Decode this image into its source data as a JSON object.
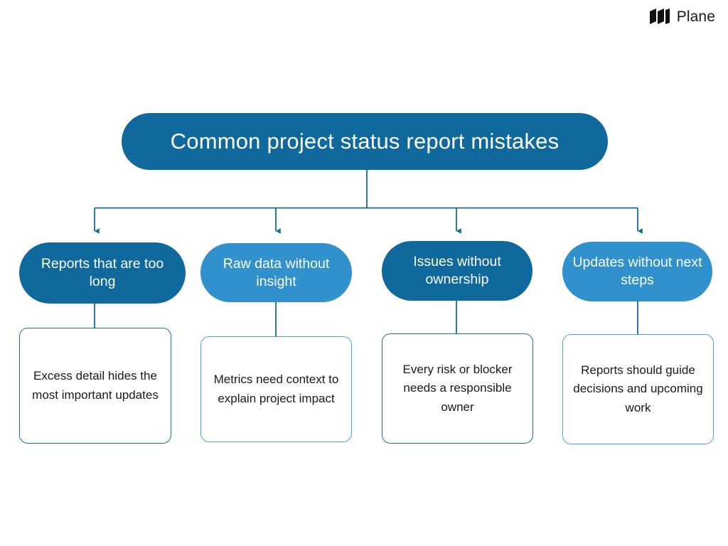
{
  "brand": {
    "name": "Plane",
    "mark_icon": "plane-logo-icon"
  },
  "diagram": {
    "type": "tree",
    "title_node": {
      "label": "Common project status report mistakes",
      "fill": "#10699d",
      "text_color": "#ffffff"
    },
    "branches": [
      {
        "label": "Reports that are too long",
        "fill": "#10699d",
        "detail": "Excess detail hides the most important updates",
        "detail_border": "#1f6f96"
      },
      {
        "label": "Raw data without insight",
        "fill": "#3191cc",
        "detail": "Metrics need context to explain project impact",
        "detail_border": "#4aa3d4"
      },
      {
        "label": "Issues without ownership",
        "fill": "#10699d",
        "detail": "Every risk or blocker needs a responsible owner",
        "detail_border": "#1f6f96"
      },
      {
        "label": "Updates without next steps",
        "fill": "#3191cc",
        "detail": "Reports should guide decisions and upcoming work",
        "detail_border": "#4aa3d4"
      }
    ],
    "connector_color": "#156c94",
    "background": "#ffffff"
  }
}
